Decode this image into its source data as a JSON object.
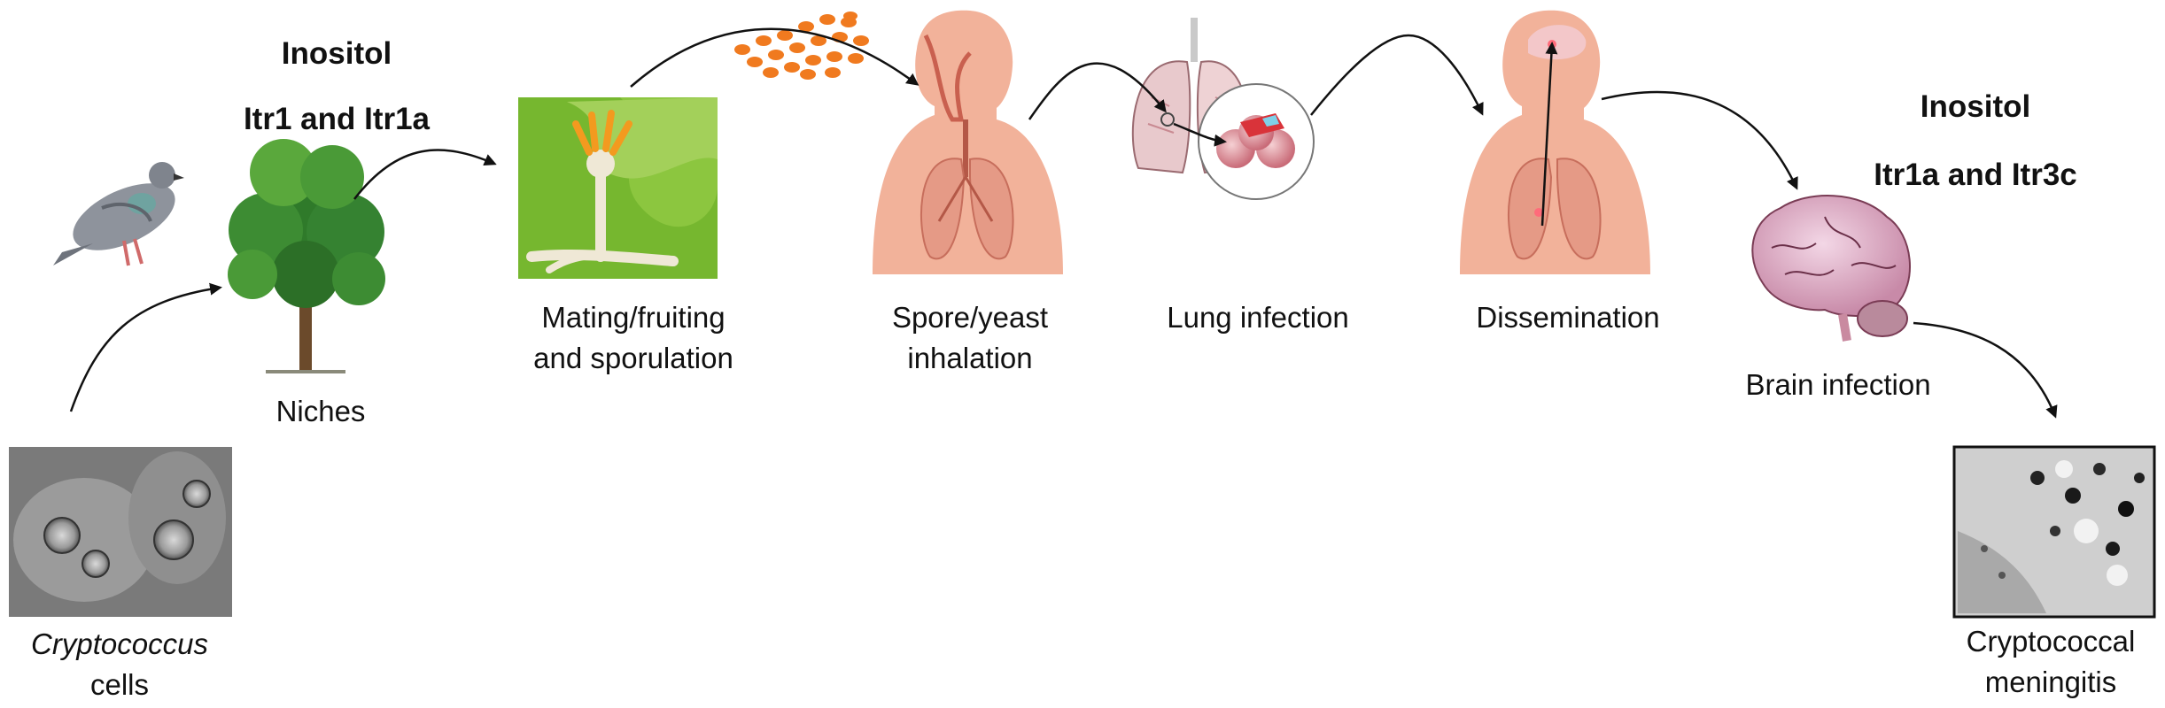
{
  "annotations": {
    "left_nutrient": "Inositol",
    "left_transporters": "Itr1 and Itr1a",
    "right_nutrient": "Inositol",
    "right_transporters": "Itr1a and Itr3c"
  },
  "stages": {
    "cells": {
      "line1": "Cryptococcus",
      "line2": "cells"
    },
    "niches": {
      "line1": "Niches"
    },
    "mating": {
      "line1": "Mating/fruiting",
      "line2": "and sporulation"
    },
    "inhalation": {
      "line1": "Spore/yeast",
      "line2": "inhalation"
    },
    "lung": {
      "line1": "Lung infection"
    },
    "dissemination": {
      "line1": "Dissemination"
    },
    "brain": {
      "line1": "Brain infection"
    },
    "meningitis": {
      "line1": "Cryptococcal",
      "line2": "meningitis"
    }
  },
  "colors": {
    "skin": "#f2b29a",
    "lung": "#e59a86",
    "spore": "#f07a1f",
    "leaf_dark": "#2f7a2a",
    "leaf_light": "#6db33f",
    "green_panel": "#8cc63f",
    "arrow": "#111111"
  }
}
